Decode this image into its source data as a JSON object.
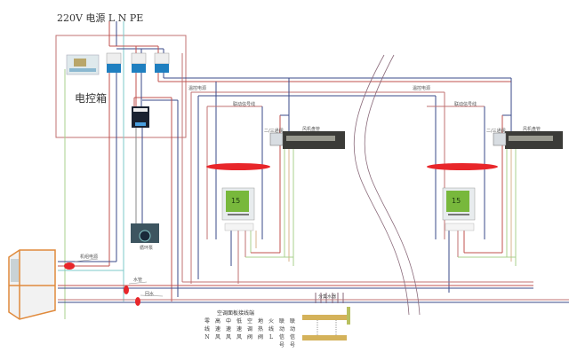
{
  "header": {
    "power_label": "220V  电源  L  N  PE"
  },
  "control_box": {
    "label": "电控箱"
  },
  "labels": {
    "thermostat_power_left": "温控电源",
    "thermostat_power_right": "温控电源",
    "signal_line_left": "联动信号线",
    "signal_line_right": "联动信号线",
    "valve_left": "二/三通阀",
    "valve_right": "二/三通阀",
    "fan_coil_left": "风机盘管",
    "fan_coil_right": "风机盘管",
    "pump": "循环泵",
    "unit_power": "机组电源",
    "supply_water": "水管",
    "return_water": "回水",
    "manifold": "分集水器"
  },
  "thermostat": {
    "display_left": "15",
    "display_right": "15"
  },
  "legend": {
    "title": "空调面板接线端",
    "columns": [
      [
        "零",
        "线",
        "N"
      ],
      [
        "高",
        "速",
        "风"
      ],
      [
        "中",
        "速",
        "风"
      ],
      [
        "低",
        "速",
        "风"
      ],
      [
        "空",
        "调",
        "阀"
      ],
      [
        "地",
        "热",
        "阀"
      ],
      [
        "火",
        "线",
        "L"
      ],
      [
        "联",
        "动",
        "信",
        "号"
      ],
      [
        "联",
        "动",
        "信",
        "号"
      ]
    ]
  },
  "colors": {
    "wire_red": "#c0504d",
    "wire_blue": "#3a4a8a",
    "wire_cyan": "#7ec8c8",
    "wire_green": "#a8d08d",
    "wire_tan": "#d9b38c",
    "cable_bundle": "#e8262a",
    "box_border": "#c07070",
    "unit_orange": "#e08a3c"
  }
}
